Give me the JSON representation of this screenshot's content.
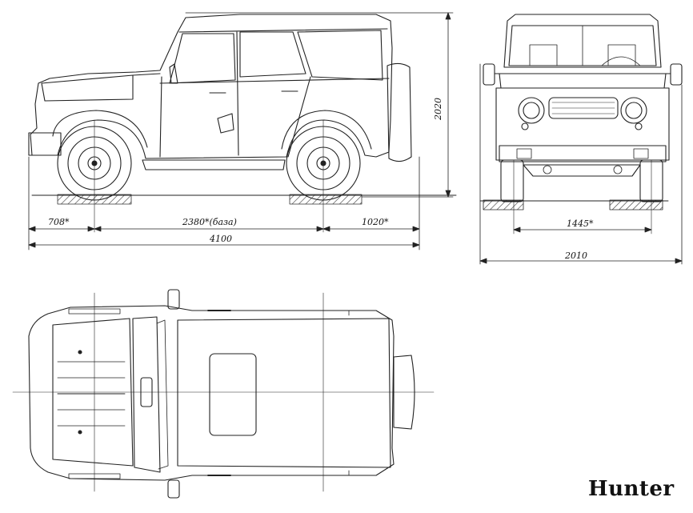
{
  "title": "Hunter",
  "dimensions": {
    "front_overhang": "708*",
    "wheelbase": "2380*(база)",
    "rear_overhang": "1020*",
    "overall_length": "4100",
    "height": "2020",
    "track": "1445*",
    "overall_width": "2010"
  },
  "views": [
    "side-view",
    "front-view",
    "top-view"
  ]
}
